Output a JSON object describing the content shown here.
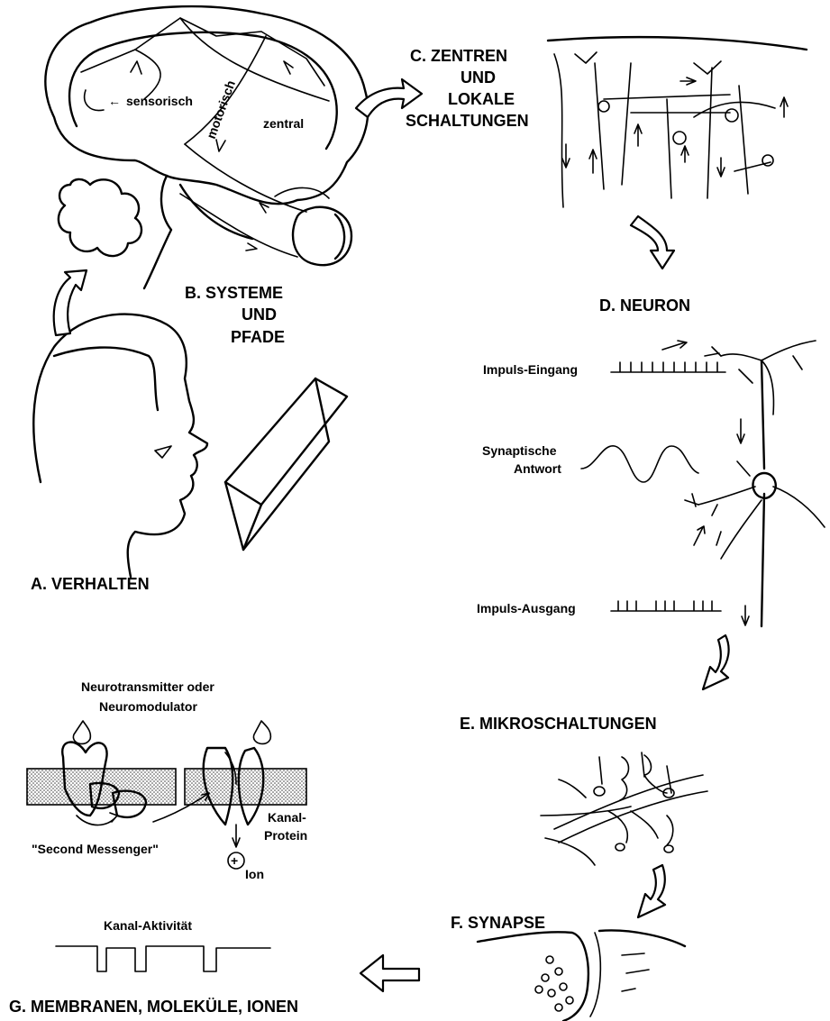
{
  "labels": {
    "a": "A. VERHALTEN",
    "b1": "B. SYSTEME",
    "b2": "UND",
    "b3": "PFADE",
    "c1": "C. ZENTREN",
    "c2": "UND",
    "c3": "LOKALE",
    "c4": "SCHALTUNGEN",
    "d": "D. NEURON",
    "e": "E. MIKROSCHALTUNGEN",
    "f": "F. SYNAPSE",
    "g": "G. MEMBRANEN, MOLEKÜLE, IONEN"
  },
  "brain": {
    "sensorisch": "sensorisch",
    "motorisch": "motorisch",
    "zentral": "zentral"
  },
  "neuron": {
    "input": "Impuls-Eingang",
    "response1": "Synaptische",
    "response2": "Antwort",
    "output": "Impuls-Ausgang"
  },
  "membrane": {
    "transmitter1": "Neurotransmitter oder",
    "transmitter2": "Neuromodulator",
    "channel1": "Kanal-",
    "channel2": "Protein",
    "second_messenger": "\"Second Messenger\"",
    "ion": "Ion",
    "ion_symbol": "+",
    "channel_activity": "Kanal-Aktivität"
  }
}
